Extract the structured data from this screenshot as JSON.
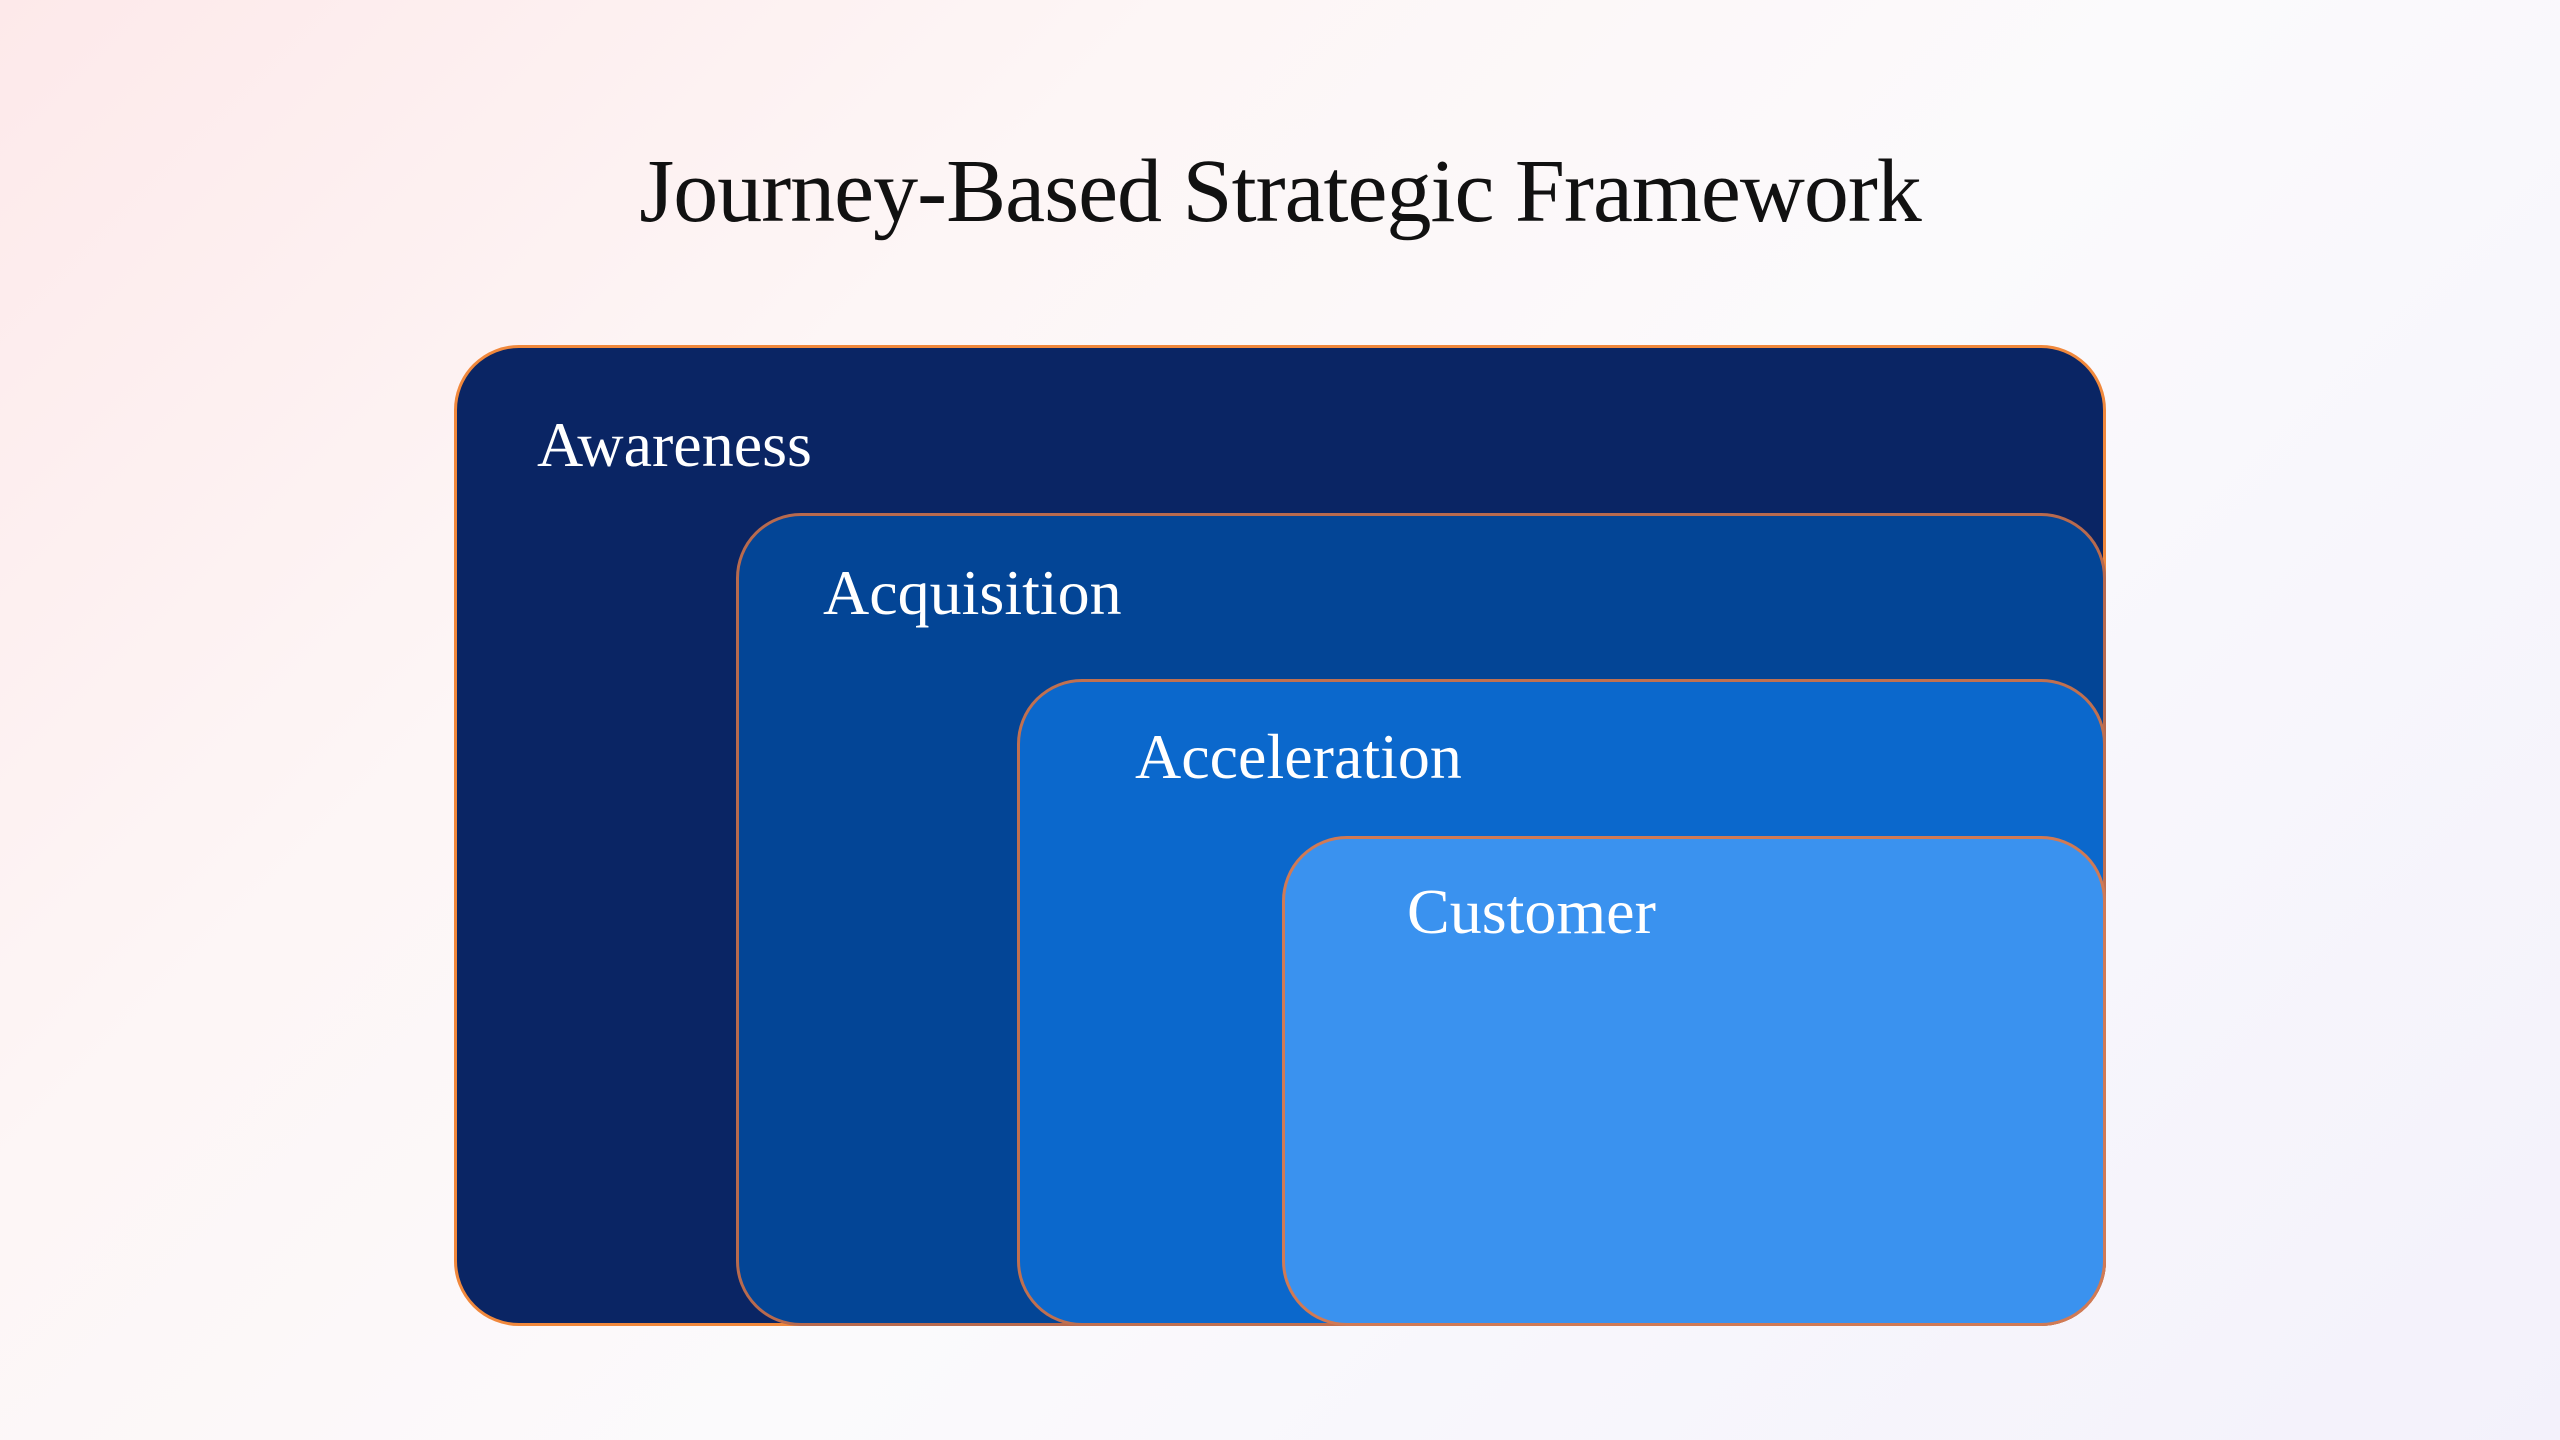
{
  "title": "Journey-Based Strategic Framework",
  "stages": [
    {
      "label": "Awareness",
      "color": "#0a2564"
    },
    {
      "label": "Acquisition",
      "color": "#034596"
    },
    {
      "label": "Acceleration",
      "color": "#0b68cc"
    },
    {
      "label": "Customer",
      "color": "#3a92ef"
    }
  ],
  "border_color": "#f0883c"
}
